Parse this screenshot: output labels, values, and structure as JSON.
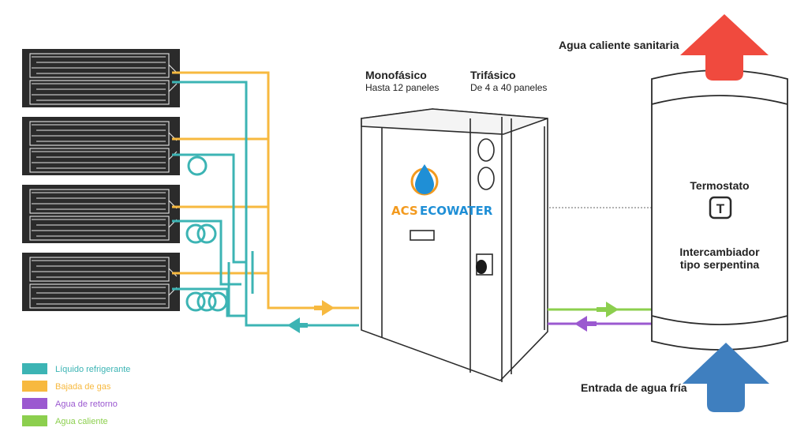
{
  "colors": {
    "refrigerant": "#3cb4b4",
    "gas": "#f7b93f",
    "return_water": "#9b59d0",
    "hot_water": "#8ccf4e",
    "panel": "#2b2b2b",
    "hot_arrow": "#f04a3e",
    "cold_arrow": "#3f7fbf",
    "brand_blue": "#1f8fd6",
    "brand_orange": "#f39a1e"
  },
  "tank": {
    "hot_outlet_label": "Agua caliente sanitaria",
    "cold_inlet_label": "Entrada de agua fría",
    "thermostat_label": "Termostato",
    "thermostat_symbol": "T",
    "exchanger_line1": "Intercambiador",
    "exchanger_line2": "tipo serpentina"
  },
  "unit": {
    "mono_title": "Monofásico",
    "mono_subtitle": "Hasta 12 paneles",
    "tri_title": "Trifásico",
    "tri_subtitle": "De 4 a 40 paneles",
    "brand_left": "ACS",
    "brand_right": "ECOWATER"
  },
  "legend": [
    {
      "label": "Líquido refrigerante",
      "color": "#3cb4b4"
    },
    {
      "label": "Bajada de gas",
      "color": "#f7b93f"
    },
    {
      "label": "Agua de retorno",
      "color": "#9b59d0"
    },
    {
      "label": "Agua caliente",
      "color": "#8ccf4e"
    }
  ],
  "panels": {
    "count": 4
  }
}
